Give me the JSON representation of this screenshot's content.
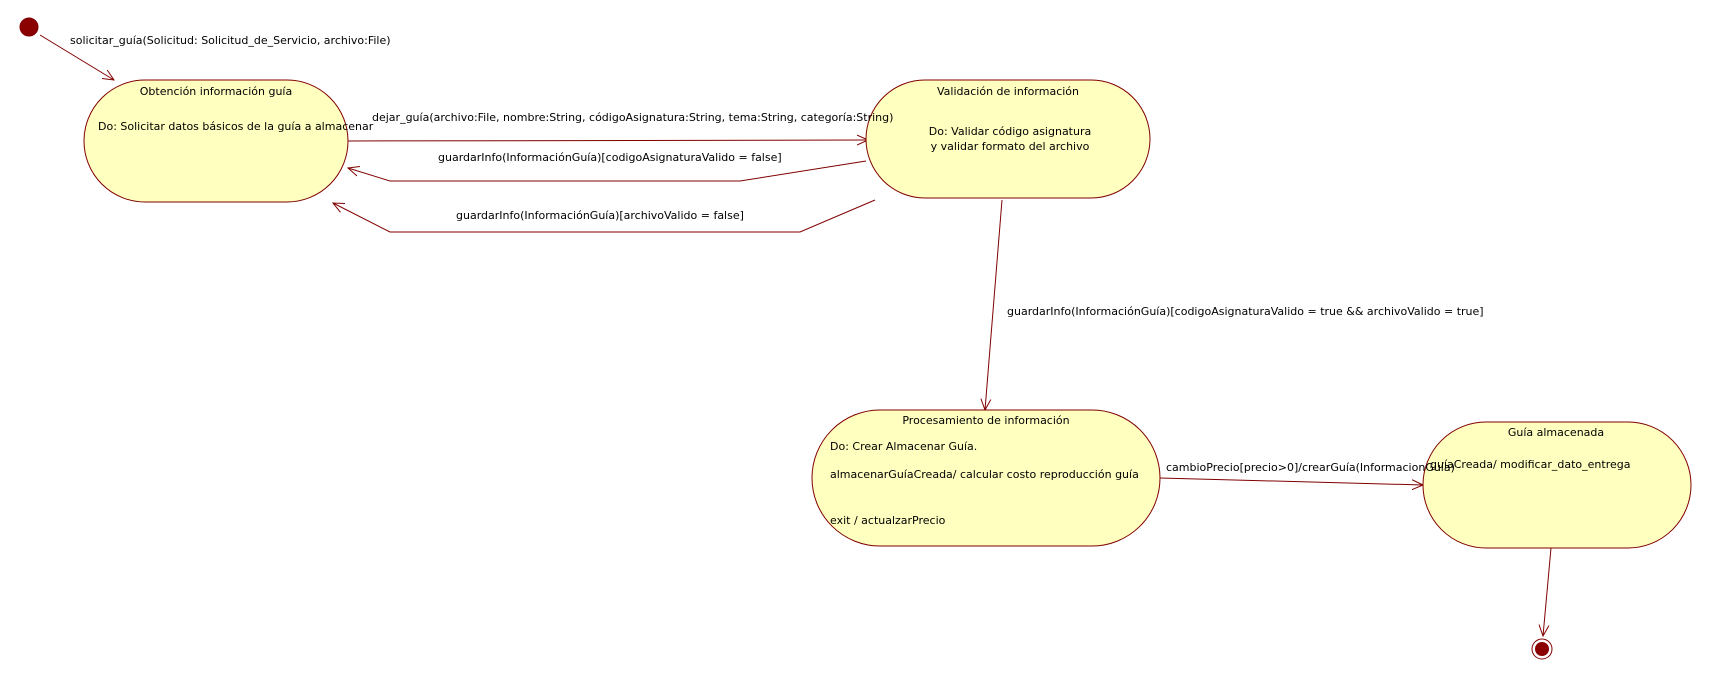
{
  "colors": {
    "state_fill": "#ffffc0",
    "stroke": "#800000",
    "node_fill": "#8b0000",
    "background": "#ffffff"
  },
  "nodes": {
    "initial": {},
    "final": {}
  },
  "states": {
    "obtencion": {
      "title": "Obtención información guía",
      "lines": [
        "Do: Solicitar datos básicos de la guía a almacenar"
      ]
    },
    "validacion": {
      "title": "Validación de información",
      "lines": [
        "Do: Validar código asignatura",
        "y validar formato del archivo"
      ]
    },
    "procesamiento": {
      "title": "Procesamiento de información",
      "lines": [
        "Do: Crear Almacenar Guía.",
        "almacenarGuíaCreada/ calcular costo reproducción guía",
        "exit / actualzarPrecio"
      ]
    },
    "almacenada": {
      "title": "Guía almacenada",
      "lines": [
        "guíaCreada/ modificar_dato_entrega"
      ]
    }
  },
  "transitions": {
    "solicitar": "solicitar_guía(Solicitud: Solicitud_de_Servicio, archivo:File)",
    "dejar": "dejar_guía(archivo:File, nombre:String, códigoAsignatura:String, tema:String, categoría:String)",
    "codigo_invalido": "guardarInfo(InformaciónGuía)[codigoAsignaturaValido = false]",
    "archivo_invalido": "guardarInfo(InformaciónGuía)[archivoValido = false]",
    "valido": "guardarInfo(InformaciónGuía)[codigoAsignaturaValido = true && archivoValido = true]",
    "cambio_precio": "cambioPrecio[precio>0]/crearGuía(InformacionGuía)"
  }
}
